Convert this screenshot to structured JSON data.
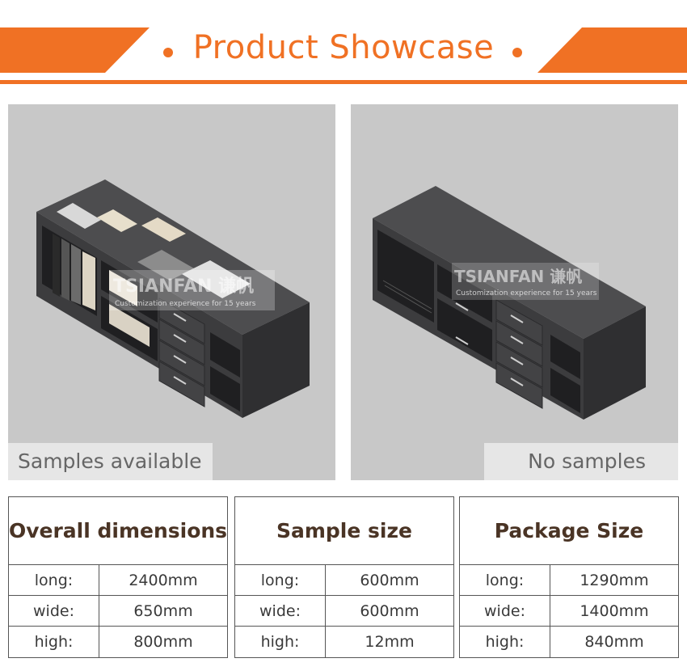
{
  "header": {
    "title": "Product Showcase",
    "accent_color": "#f07124"
  },
  "panels": {
    "left": {
      "caption": "Samples available",
      "watermark_brand": "TSIANFAN 谦帆",
      "watermark_tagline": "Customization experience for 15 years"
    },
    "right": {
      "caption": "No samples",
      "watermark_brand": "TSIANFAN 谦帆",
      "watermark_tagline": "Customization experience for 15 years"
    }
  },
  "tables": [
    {
      "title": "Overall dimensions",
      "rows": [
        {
          "label": "long:",
          "value": "2400mm"
        },
        {
          "label": "wide:",
          "value": "650mm"
        },
        {
          "label": "high:",
          "value": "800mm"
        }
      ]
    },
    {
      "title": "Sample size",
      "rows": [
        {
          "label": "long:",
          "value": "600mm"
        },
        {
          "label": "wide:",
          "value": "600mm"
        },
        {
          "label": "high:",
          "value": "12mm"
        }
      ]
    },
    {
      "title": "Package Size",
      "rows": [
        {
          "label": "long:",
          "value": "1290mm"
        },
        {
          "label": "wide:",
          "value": "1400mm"
        },
        {
          "label": "high:",
          "value": "840mm"
        }
      ]
    }
  ]
}
